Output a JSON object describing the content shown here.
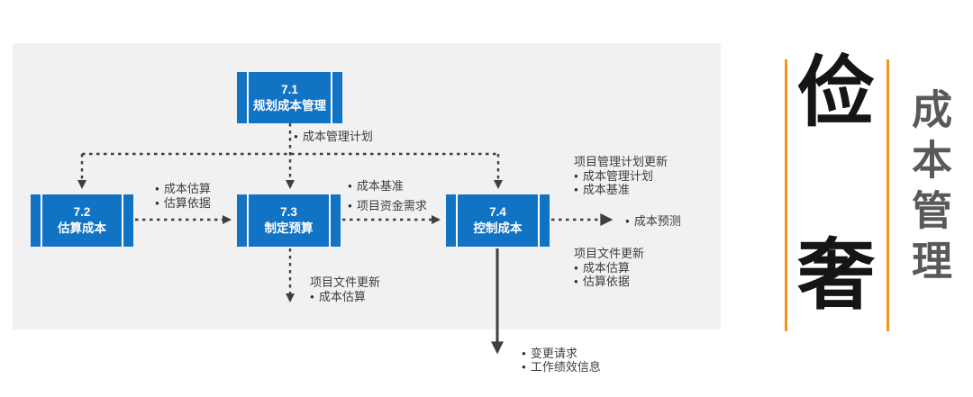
{
  "diagram": {
    "processes": [
      {
        "id": "7.1",
        "name": "规划成本管理"
      },
      {
        "id": "7.2",
        "name": "估算成本"
      },
      {
        "id": "7.3",
        "name": "制定预算"
      },
      {
        "id": "7.4",
        "name": "控制成本"
      }
    ],
    "labels": {
      "after_7_1": {
        "items": [
          "成本管理计划"
        ]
      },
      "between_7_2_7_3": {
        "items": [
          "成本估算",
          "估算依据"
        ]
      },
      "between_7_3_7_4": {
        "items": [
          "成本基准",
          "项目资金需求"
        ]
      },
      "plan_updates": {
        "heading": "项目管理计划更新",
        "items": [
          "成本管理计划",
          "成本基准"
        ]
      },
      "cost_forecasts": {
        "items": [
          "成本预测"
        ]
      },
      "doc_updates_7_4": {
        "heading": "项目文件更新",
        "items": [
          "成本估算",
          "估算依据"
        ]
      },
      "doc_updates_7_3": {
        "heading": "项目文件更新",
        "items": [
          "成本估算"
        ]
      },
      "bottom_outputs": {
        "items": [
          "变更请求",
          "工作绩效信息"
        ]
      }
    }
  },
  "sidebar": {
    "headline_char_top": "俭",
    "headline_char_bottom": "奢",
    "vertical_title": "成本管理"
  },
  "colors": {
    "process_box": "#1173C4",
    "panel_background": "#F1F1F1",
    "connector": "#3F3F3F",
    "accent_orange": "#F7941D",
    "vertical_title_gray": "#595959"
  }
}
